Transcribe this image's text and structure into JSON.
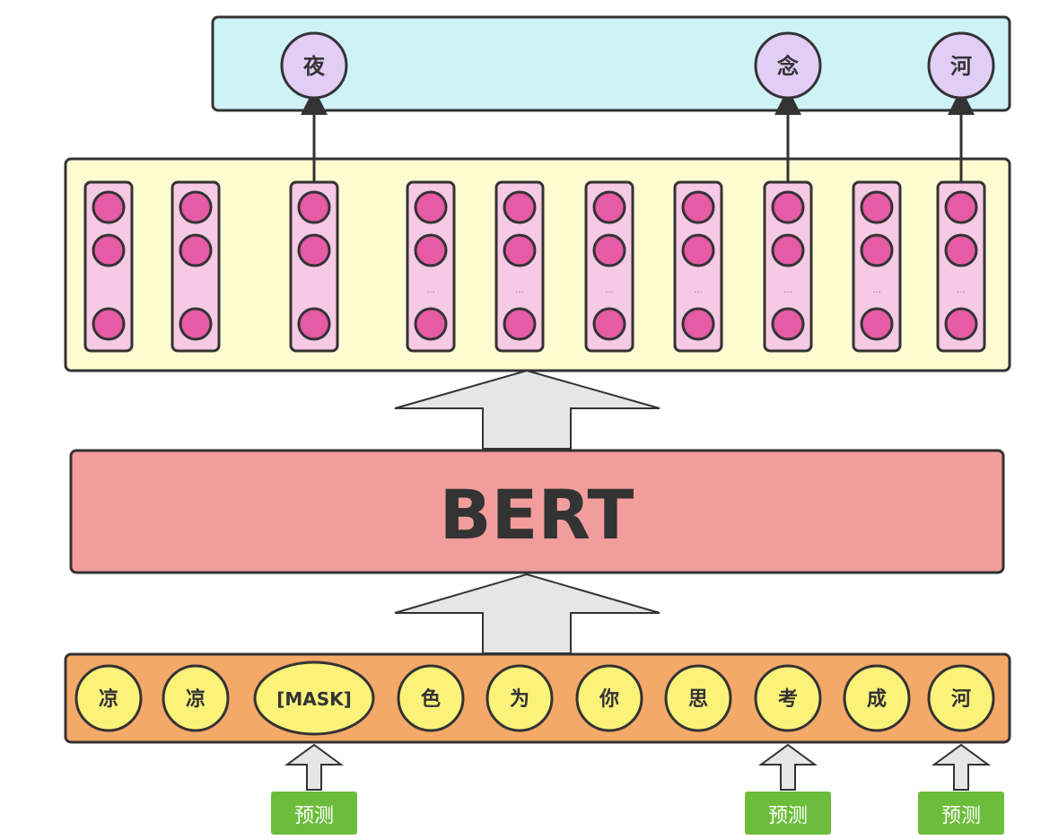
{
  "outputs": [
    {
      "text": "夜",
      "column": 2
    },
    {
      "text": "念",
      "column": 7
    },
    {
      "text": "河",
      "column": 9
    }
  ],
  "hidden_columns": {
    "count": 10,
    "dots_label": "...",
    "dotted_columns": [
      3,
      4,
      5,
      6,
      7,
      8,
      9
    ]
  },
  "model": {
    "label": "BERT"
  },
  "tokens": [
    "凉",
    "凉",
    "[MASK]",
    "色",
    "为",
    "你",
    "思",
    "考",
    "成",
    "河"
  ],
  "predict": {
    "label": "预测",
    "columns": [
      2,
      7,
      9
    ]
  },
  "colors": {
    "output_box": "#cdf3f7",
    "output_circle": "#e2cdf6",
    "hidden_box": "#fffcd2",
    "hidden_column": "#f6c9e4",
    "hidden_node": "#e65aa6",
    "model_box": "#f29d9c",
    "input_box": "#f4a968",
    "token": "#fbf27a",
    "predict": "#6cbd3b",
    "arrow_fill": "#e6e6e6"
  }
}
